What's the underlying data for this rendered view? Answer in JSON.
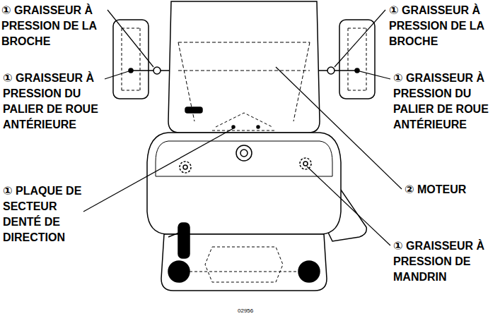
{
  "diagram": {
    "labels": [
      "① GRAISSEUR À PRESSION DE LA BROCHE",
      "① GRAISSEUR À PRESSION DE LA BROCHE",
      "① GRAISSEUR À PRESSION DU PALIER DE ROUE ANTÉRIEURE",
      "① GRAISSEUR À PRESSION DU PALIER DE ROUE ANTÉRIEURE",
      "② MOTEUR",
      "① PLAQUE DE SECTEUR DENTÉ DE DIRECTION",
      "① GRAISSEUR À PRESSION DE MANDRIN",
      "02956"
    ]
  }
}
